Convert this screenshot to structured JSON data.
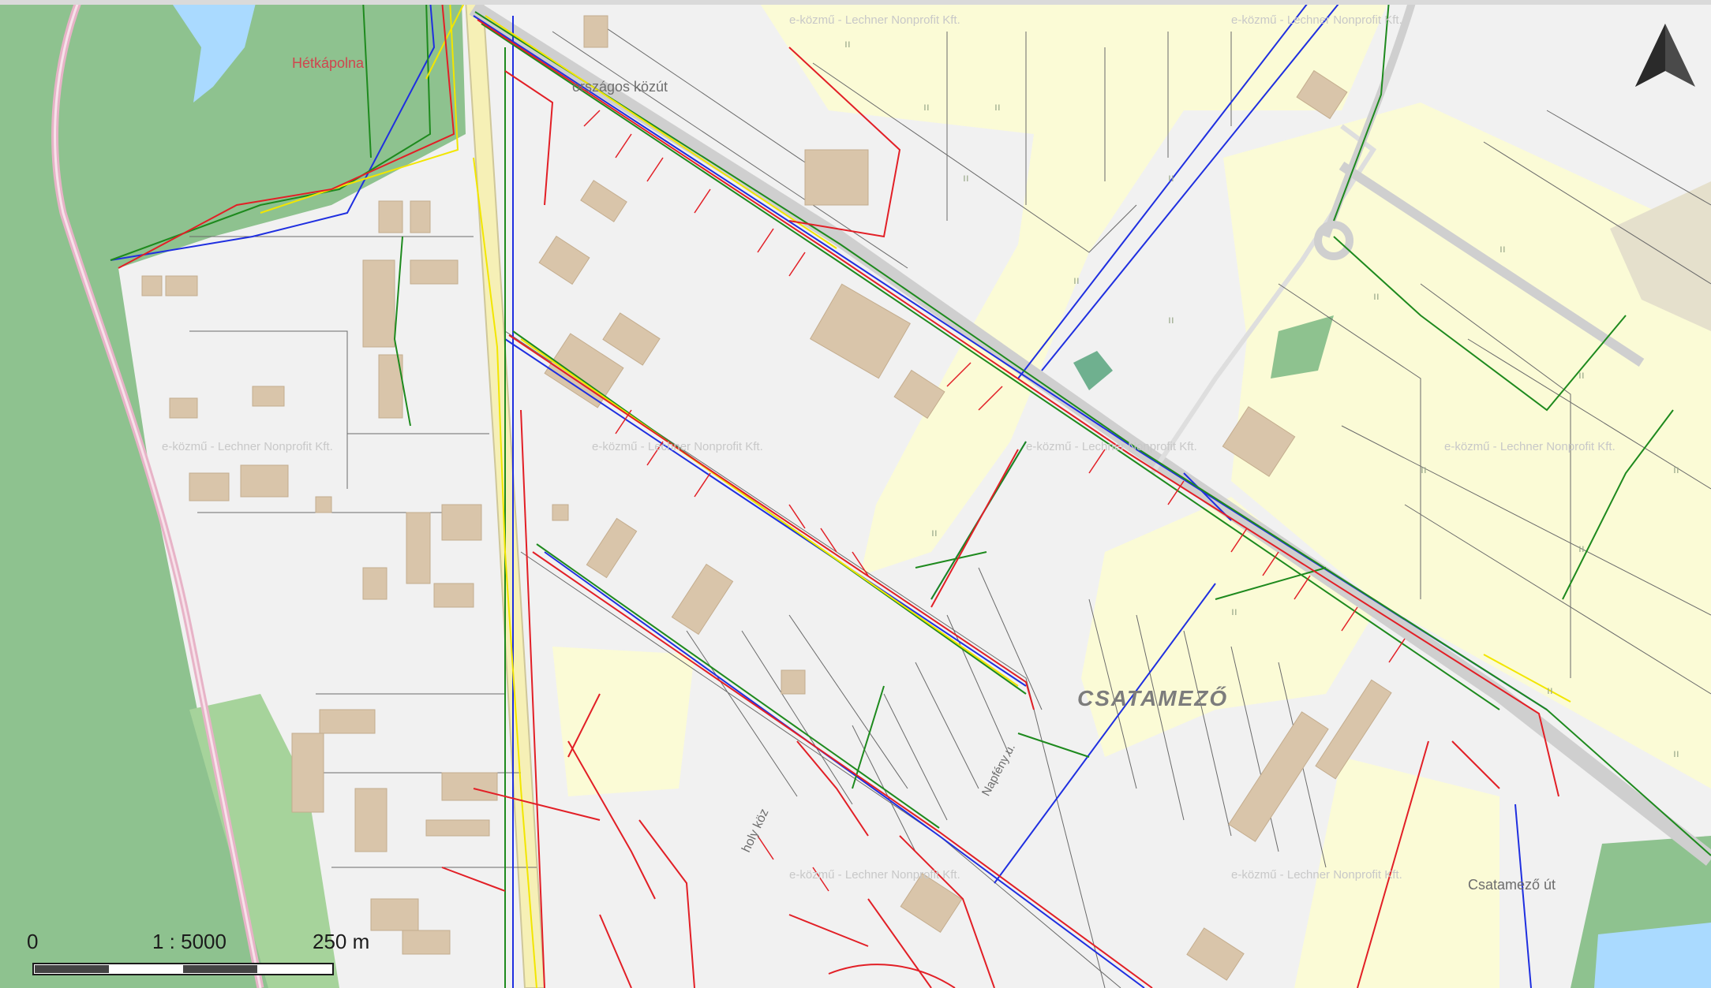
{
  "map": {
    "labels": {
      "chapel": "Hétkápolna",
      "road_orszagos": "országos közút",
      "district": "CSATAMEZŐ",
      "street_csatamezo": "Csatamező út",
      "street_holy": "holy köz",
      "street_diag": "Napfény u."
    },
    "watermark": "e-közmű - Lechner Nonprofit Kft.",
    "grass_mark": "ıı",
    "north_arrow": "north-arrow-icon",
    "scale": {
      "start": "0",
      "ratio": "1 : 5000",
      "end": "250 m"
    },
    "colors": {
      "water": "#aadaff",
      "forest": "#8ec28f",
      "field": "#fbfbd6",
      "building": "#d9c5aa",
      "electric": "#e21f26",
      "gas": "#f2e600",
      "water_line": "#1f2fe0",
      "telecom": "#1e8a1e",
      "parcel": "#6a6a6a",
      "road": "#cfcfcf"
    }
  }
}
